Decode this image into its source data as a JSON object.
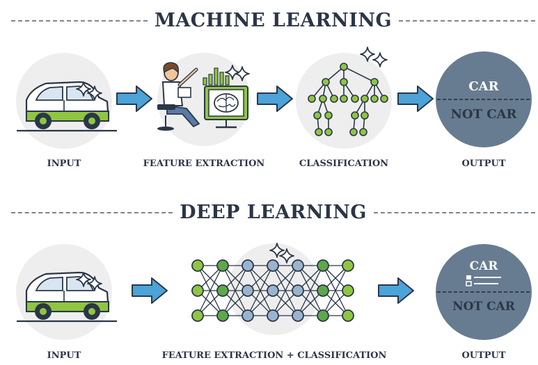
{
  "machine_learning": {
    "title": "MACHINE LEARNING",
    "steps": [
      "INPUT",
      "FEATURE EXTRACTION",
      "CLASSIFICATION",
      "OUTPUT"
    ],
    "output_top": "CAR",
    "output_bottom": "NOT CAR"
  },
  "deep_learning": {
    "title": "DEEP LEARNING",
    "steps": [
      "INPUT",
      "FEATURE EXTRACTION + CLASSIFICATION",
      "OUTPUT"
    ],
    "output_top": "CAR",
    "output_bottom": "NOT CAR"
  },
  "colors": {
    "navy": "#2b3647",
    "slate_circle": "#687c91",
    "light_gray_circle": "#eeeeee",
    "arrow_blue": "#4ba3d8",
    "accent_green": "#8ec641",
    "node_blue": "#9ab3cf"
  },
  "icons": [
    "car-icon",
    "person-at-computer-icon",
    "brain-icon",
    "decision-tree-icon",
    "neural-network-icon",
    "sparkle-icon",
    "arrow-right-icon",
    "checklist-icon"
  ]
}
